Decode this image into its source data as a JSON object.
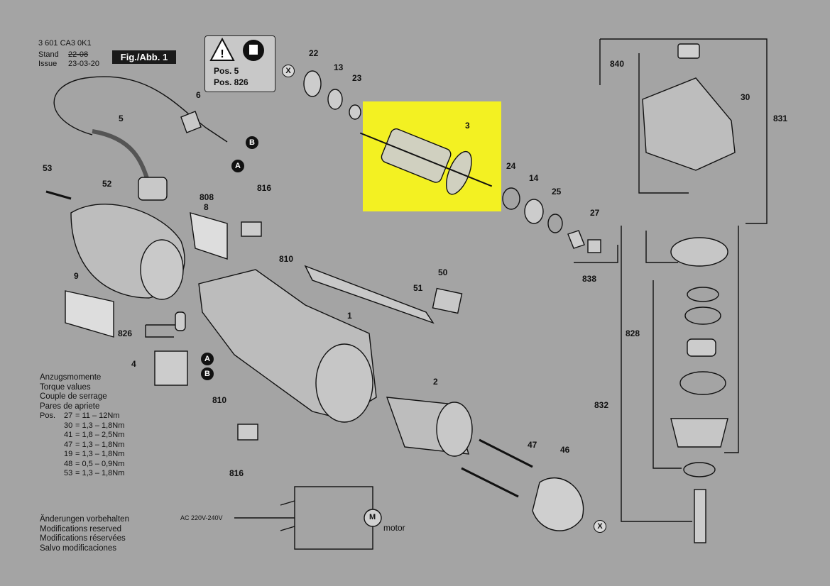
{
  "header": {
    "model": "3 601 CA3 0K1",
    "stand_label": "Stand",
    "issue_label": "Issue",
    "stand_date": "22-08",
    "issue_date": "23-03-20",
    "fig_label": "Fig./Abb. 1"
  },
  "warning_box": {
    "pos1": "Pos. 5",
    "pos2": "Pos. 826"
  },
  "part_numbers": [
    "22",
    "13",
    "23",
    "3",
    "24",
    "14",
    "25",
    "27",
    "838",
    "6",
    "5",
    "53",
    "52",
    "808",
    "8",
    "816",
    "810",
    "9",
    "826",
    "4",
    "1",
    "50",
    "51",
    "2",
    "47",
    "46",
    "840",
    "30",
    "831",
    "828",
    "832"
  ],
  "markers": {
    "a": "A",
    "b": "B",
    "x": "X"
  },
  "torque": {
    "title_de": "Anzugsmomente",
    "title_en": "Torque values",
    "title_fr": "Couple de serrage",
    "title_es": "Pares de apriete",
    "pos_label": "Pos.",
    "rows": [
      {
        "pos": "27",
        "value": "= 11  –  12Nm"
      },
      {
        "pos": "30",
        "value": "= 1,3  –  1,8Nm"
      },
      {
        "pos": "41",
        "value": "= 1,8  –  2,5Nm"
      },
      {
        "pos": "47",
        "value": "= 1,3  –  1,8Nm"
      },
      {
        "pos": "19",
        "value": "= 1,3  –  1,8Nm"
      },
      {
        "pos": "48",
        "value": "= 0,5  –  0,9Nm"
      },
      {
        "pos": "53",
        "value": "= 1,3  –  1,8Nm"
      }
    ]
  },
  "notes": {
    "de": "Änderungen vorbehalten",
    "en": "Modifications reserved",
    "fr": "Modifications réservées",
    "es": "Salvo modificaciones"
  },
  "circuit": {
    "voltage": "AC 220V-240V",
    "motor_symbol": "M",
    "motor_label": "motor"
  },
  "colors": {
    "background": "#a4a4a4",
    "highlight": "#f3f122",
    "ink": "#111111"
  }
}
